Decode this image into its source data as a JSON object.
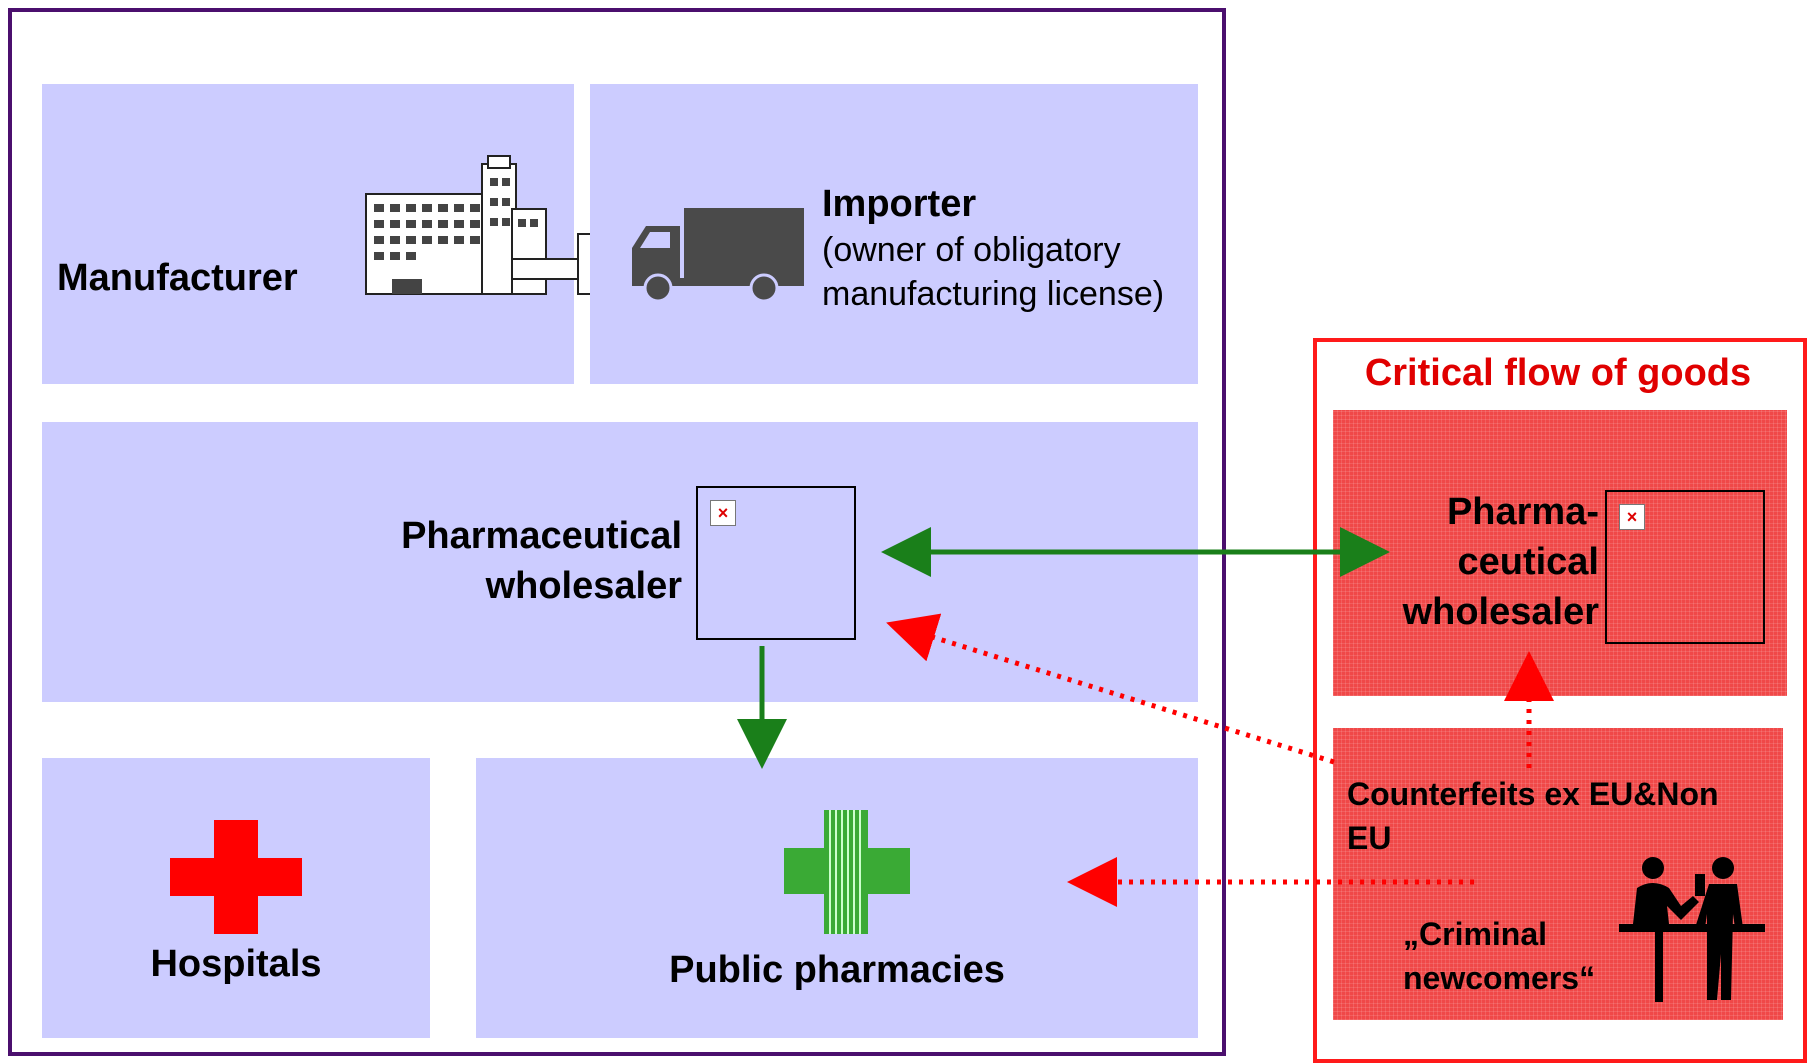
{
  "manufacturer": {
    "label": "Manufacturer",
    "icon": "factory-icon"
  },
  "importer": {
    "title": "Importer",
    "line1": "(owner of obligatory",
    "line2": "manufacturing license)",
    "icon": "truck-icon"
  },
  "wholesaler": {
    "line1": "Pharmaceutical",
    "line2": "wholesaler",
    "icon": "broken-image-icon"
  },
  "hospitals": {
    "label": "Hospitals",
    "icon": "red-cross-icon"
  },
  "pharmacies": {
    "label": "Public pharmacies",
    "icon": "green-pharmacy-cross-icon"
  },
  "critical": {
    "title": "Critical flow of goods",
    "wholesaler": {
      "line1": "Pharma-",
      "line2": "ceutical",
      "line3": "wholesaler"
    },
    "counterfeits": {
      "line1": "Counterfeits ex EU&Non",
      "line2": "EU"
    },
    "criminal": {
      "line1": "„Criminal",
      "line2": "newcomers“"
    },
    "icon": "counter-people-icon"
  },
  "colors": {
    "panel": "#ccccff",
    "legit_border": "#4b0f6e",
    "critical_border": "#ff1a1a",
    "critical_fill": "#f04848",
    "legit_arrow": "#1a7f1a",
    "illegal_arrow": "#ff0000"
  }
}
